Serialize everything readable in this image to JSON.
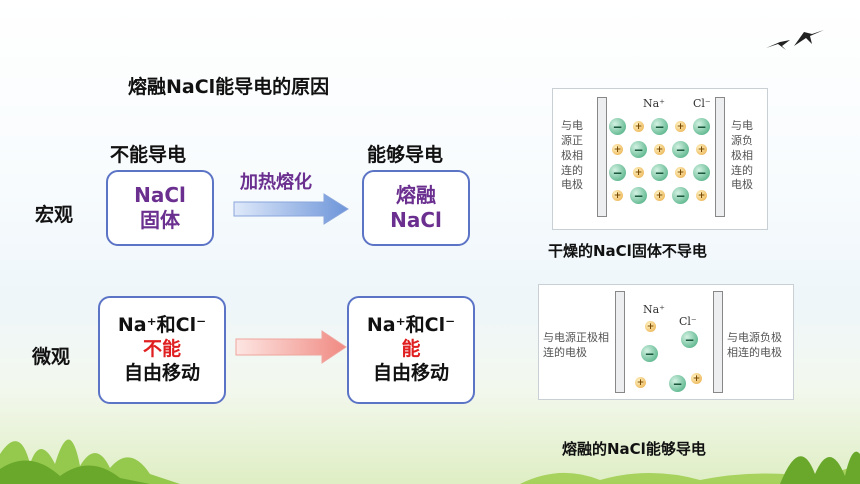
{
  "title": "熔融NaCl能导电的原因",
  "macro": {
    "row_label": "宏观",
    "left_header": "不能导电",
    "right_header": "能够导电",
    "left_box": {
      "line1": "NaCl",
      "line2": "固体"
    },
    "arrow_label": "加热熔化",
    "right_box": {
      "line1": "熔融",
      "line2": "NaCl"
    }
  },
  "micro": {
    "row_label": "微观",
    "left_box": {
      "line1": "Na⁺和Cl⁻",
      "line2": "不能",
      "line3": "自由移动"
    },
    "right_box": {
      "line1": "Na⁺和Cl⁻",
      "line2": "能",
      "line3": "自由移动"
    }
  },
  "figure_top": {
    "caption": "干燥的NaCl固体不导电",
    "left_text": "与电源正极相连的电极",
    "right_text": "与电源负极相连的电极",
    "na_label": "Na⁺",
    "cl_label": "Cl⁻"
  },
  "figure_bottom": {
    "caption": "熔融的NaCl能够导电",
    "left_text": "与电源正极相连的电极",
    "right_text": "与电源负极相连的电极",
    "na_label": "Na⁺",
    "cl_label": "Cl⁻"
  },
  "colors": {
    "box_border": "#5b74c6",
    "purple_text": "#6a2f8f",
    "red_text": "#e02020",
    "arrow_macro": "#6d95d9",
    "arrow_micro": "#f2a09a"
  }
}
